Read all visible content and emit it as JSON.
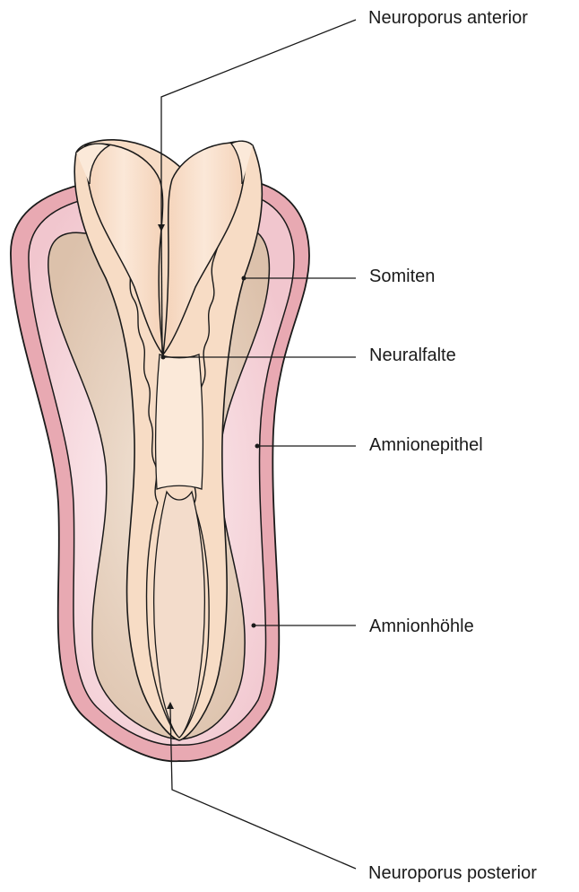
{
  "labels": {
    "neuroporus_anterior": "Neuroporus anterior",
    "somiten": "Somiten",
    "neuralfalte": "Neuralfalte",
    "amnionepithel": "Amnionepithel",
    "amnionhoehle": "Amnionhöhle",
    "neuroporus_posterior": "Neuroporus posterior"
  },
  "colors": {
    "amnion_outer": "#e8a9b2",
    "amnion_cavity": "#f6d6dc",
    "somite_region": "#e3c8b4",
    "neural_fold": "#f7dcc5",
    "neural_fold_light": "#fbe9d9",
    "outline": "#1a1a1a"
  }
}
